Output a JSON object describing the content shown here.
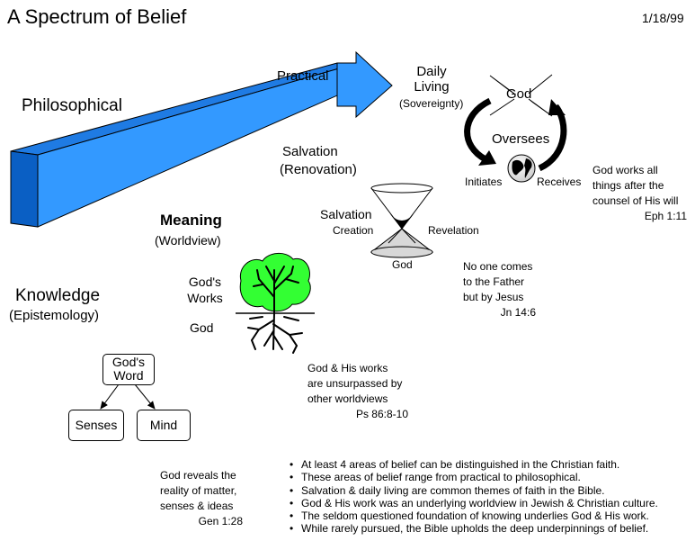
{
  "title": "A Spectrum of Belief",
  "date": "1/18/99",
  "arrow": {
    "practical": "Practical",
    "philosophical": "Philosophical",
    "salvation": "Salvation",
    "renovation": "(Renovation)"
  },
  "daily_living": {
    "line1": "Daily",
    "line2": "Living",
    "sovereignty": "(Sovereignty)"
  },
  "cycle": {
    "god": "God",
    "oversees": "Oversees",
    "initiates": "Initiates",
    "receives": "Receives",
    "note_lines": [
      "God works all",
      "things after the",
      "counsel of His will"
    ],
    "reference": "Eph 1:11"
  },
  "hourglass": {
    "salvation": "Salvation",
    "creation": "Creation",
    "revelation": "Revelation",
    "god": "God",
    "note_lines": [
      "No one comes",
      "to the Father",
      "but by Jesus"
    ],
    "reference": "Jn 14:6"
  },
  "meaning": {
    "label": "Meaning",
    "sublabel": "(Worldview)"
  },
  "tree": {
    "works_line1": "God's",
    "works_line2": "Works",
    "god": "God",
    "note_lines": [
      "God & His works",
      "are unsurpassed by",
      "other worldviews"
    ],
    "reference": "Ps 86:8-10"
  },
  "knowledge": {
    "label": "Knowledge",
    "sublabel": "(Epistemology)",
    "word_line1": "God's",
    "word_line2": "Word",
    "senses": "Senses",
    "mind": "Mind",
    "note_lines": [
      "God reveals the",
      "reality of matter,",
      "senses & ideas"
    ],
    "reference": "Gen 1:28"
  },
  "bullets": [
    "At least 4 areas of belief can be distinguished in the Christian faith.",
    "These areas of belief range from practical to philosophical.",
    "Salvation & daily living are common themes of faith in the Bible.",
    "God & His work was an underlying worldview in Jewish & Christian culture.",
    "The seldom questioned foundation of knowing underlies God & His work.",
    "While rarely pursued, the Bible upholds the deep underpinnings of belief."
  ],
  "colors": {
    "arrow_front": "#3399ff",
    "arrow_top": "#1f7be3",
    "arrow_side": "#0a5fc4",
    "tree_foliage": "#33ff33",
    "hourglass_fill": "#d8d8d8"
  }
}
